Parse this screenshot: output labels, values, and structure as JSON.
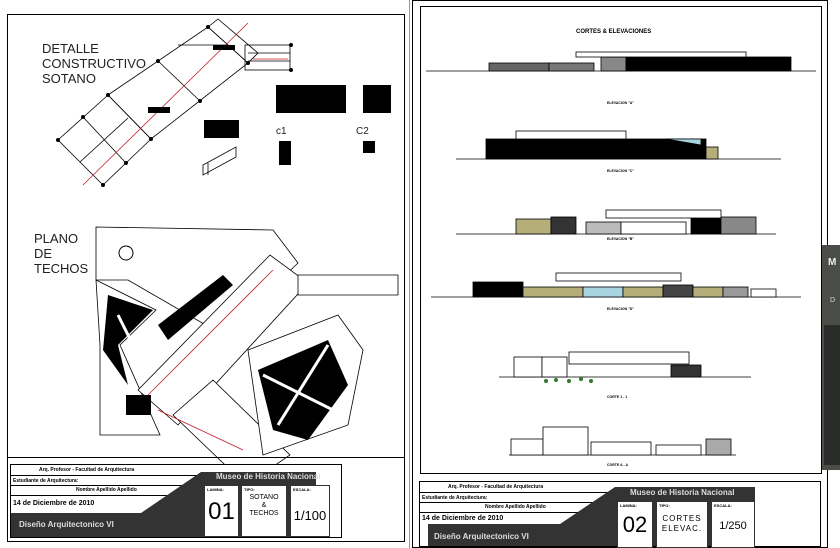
{
  "sheet1": {
    "detail_title": [
      "DETALLE",
      "CONSTRUCTIVO",
      "SOTANO"
    ],
    "roof_title": [
      "PLANO",
      "DE",
      "TECHOS"
    ],
    "column_labels": [
      "c1",
      "C2"
    ],
    "title_block": {
      "author_line": "Arq. Profesor - Facultad de Arquitectura",
      "student_label": "Estudiante de Arquitectura:",
      "student_name": "Nombre Apellido Apellido",
      "date": "14 de Diciembre de 2010",
      "course": "Diseño Arquitectonico VI",
      "project": "Museo de Historia Nacional",
      "sheet_label": "LAMINA:",
      "sheet_number": "01",
      "type_label": "TIPO:",
      "type_value": [
        "SOTANO",
        "&",
        "TECHOS"
      ],
      "scale_label": "ESCALA:",
      "scale_value": "1/100"
    }
  },
  "sheet2": {
    "title": "CORTES & ELEVACIONES",
    "drawing_captions": [
      "ELEVACION \"A\"",
      "ELEVACION \"C\"",
      "ELEVACION \"B\"",
      "ELEVACION \"D\"",
      "CORTE 1 - 1",
      "CORTE A - A"
    ],
    "title_block": {
      "author_line": "Arq. Profesor - Facultad de Arquitectura",
      "student_label": "Estudiante de Arquitectura:",
      "student_name": "Nombre Apellido Apellido",
      "date": "14 de Diciembre de 2010",
      "course": "Diseño Arquitectonico VI",
      "project": "Museo de Historia Nacional",
      "sheet_label": "LAMINA:",
      "sheet_number": "02",
      "type_label": "TIPO:",
      "type_value": [
        "CORTES",
        "ELEVAC."
      ],
      "scale_label": "ESCALA:",
      "scale_value": "1/250"
    }
  },
  "sheet3_partial": {
    "letters": [
      "M",
      "D"
    ]
  },
  "colors": {
    "olive": "#b5ad7a",
    "cyan": "#a8d4e0",
    "red": "#c0202a",
    "band": "#333333"
  }
}
